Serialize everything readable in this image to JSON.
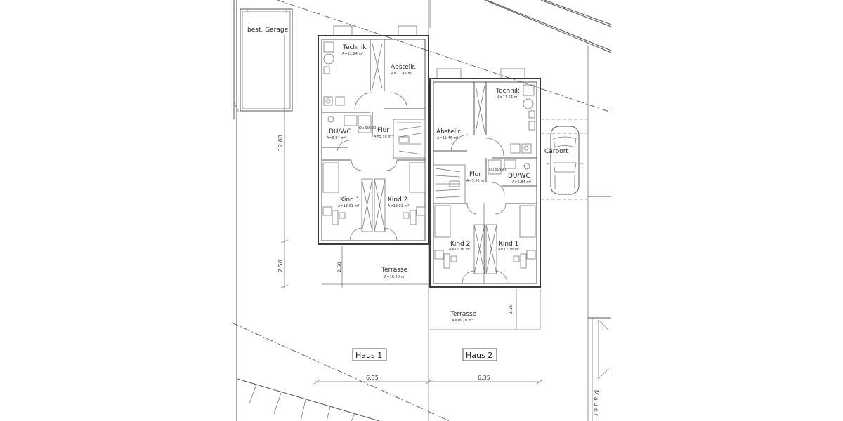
{
  "site": {
    "garage_label": "best. Garage",
    "carport_label": "Carport",
    "wall_label": "Mauer"
  },
  "dimensions": {
    "depth_main": "12.00",
    "depth_terrace": "2.50",
    "terrace_h1": "2.50",
    "terrace_h2": "2.50",
    "width_h1": "6.35",
    "width_h2": "6.35"
  },
  "houses": [
    {
      "name": "Haus 1",
      "rooms": {
        "technik": {
          "label": "Technik",
          "area": "A=11.24 m²"
        },
        "abstell": {
          "label": "Abstellr.",
          "area": "A=11.46 m²"
        },
        "duwc": {
          "label": "DU/WC",
          "area": "A=5.84 m²"
        },
        "flur": {
          "label": "Flur",
          "area": "A=5.50 m²"
        },
        "kind1": {
          "label": "Kind 1",
          "area": "A=13.01 m²"
        },
        "kind2": {
          "label": "Kind 2",
          "area": "A=13.01 m²"
        },
        "terrasse": {
          "label": "Terrasse",
          "area": "A=16.20 m²"
        }
      }
    },
    {
      "name": "Haus 2",
      "rooms": {
        "technik": {
          "label": "Technik",
          "area": "A=11.24 m²"
        },
        "abstell": {
          "label": "Abstellr.",
          "area": "A=11.46 m²"
        },
        "duwc": {
          "label": "DU/WC",
          "area": "A=5.84 m²"
        },
        "flur": {
          "label": "Flur",
          "area": "A=5.50 m²"
        },
        "kind1": {
          "label": "Kind 1",
          "area": "A=12.78 m²"
        },
        "kind2": {
          "label": "Kind 2",
          "area": "A=12.78 m²"
        },
        "terrasse": {
          "label": "Terrasse",
          "area": "A=16.20 m²"
        }
      }
    }
  ],
  "fixtures": {
    "shower_label": "Du 90x90"
  }
}
